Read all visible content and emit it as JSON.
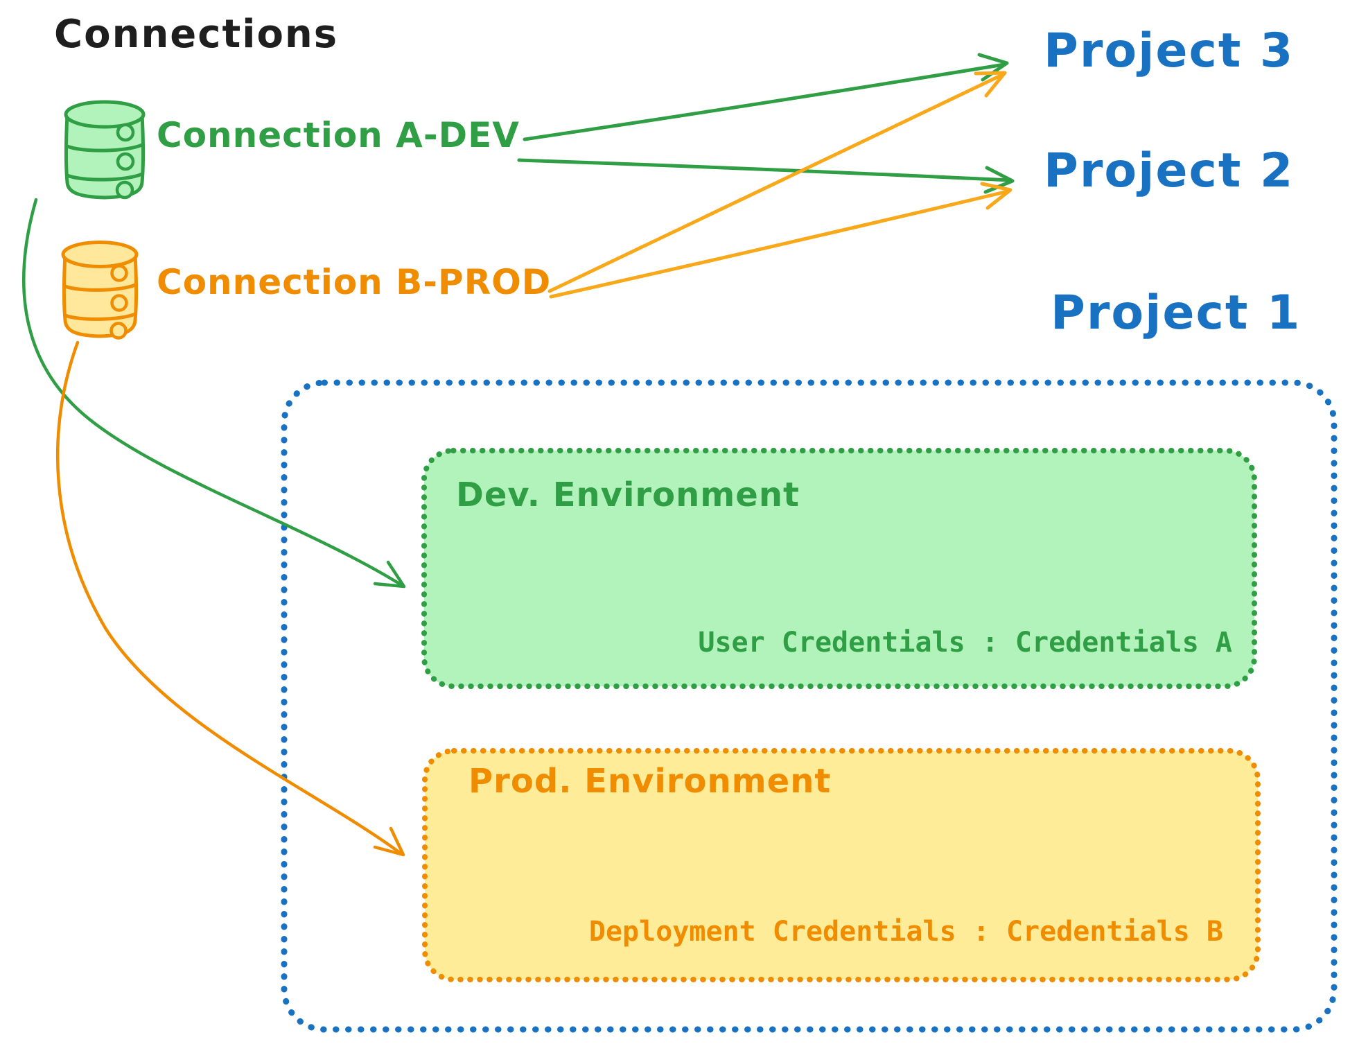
{
  "title": "Connections",
  "colors": {
    "ink": "#1e1e1e",
    "blue": "#1971c2",
    "green": "#2f9e44",
    "green_fill": "#b2f2bb",
    "orange": "#f08c00",
    "orange_fill": "#ffec99",
    "background": "#ffffff"
  },
  "connections": [
    {
      "label": "Connection A-DEV",
      "color": "#2f9e44",
      "icon": "database-icon"
    },
    {
      "label": "Connection B-PROD",
      "color": "#f08c00",
      "icon": "database-icon"
    }
  ],
  "projects": [
    {
      "label": "Project 3"
    },
    {
      "label": "Project 2"
    },
    {
      "label": "Project 1"
    }
  ],
  "environments": [
    {
      "name": "Dev. Environment",
      "credentials": "User Credentials : Credentials A"
    },
    {
      "name": "Prod. Environment",
      "credentials": "Deployment Credentials : Credentials B"
    }
  ],
  "edges": [
    {
      "from": "Connection A-DEV",
      "to": "Project 3"
    },
    {
      "from": "Connection A-DEV",
      "to": "Project 2"
    },
    {
      "from": "Connection A-DEV",
      "to": "Dev. Environment"
    },
    {
      "from": "Connection B-PROD",
      "to": "Project 3"
    },
    {
      "from": "Connection B-PROD",
      "to": "Project 2"
    },
    {
      "from": "Connection B-PROD",
      "to": "Prod. Environment"
    }
  ]
}
